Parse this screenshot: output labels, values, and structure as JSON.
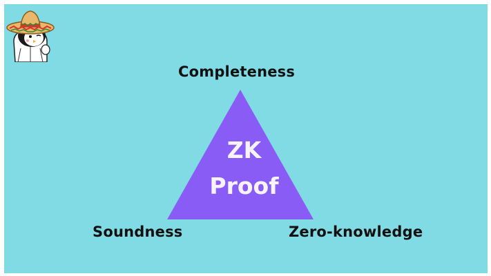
{
  "diagram": {
    "vertices": {
      "top": "Completeness",
      "left": "Soundness",
      "right": "Zero-knowledge"
    },
    "center": {
      "line1": "ZK",
      "line2": "Proof"
    }
  },
  "colors": {
    "background": "#80dbe4",
    "triangle": "#8a5cf6",
    "text": "#111111",
    "center_text": "#f7f4ff"
  },
  "mascot": {
    "icon": "penguin-sombrero-icon"
  }
}
